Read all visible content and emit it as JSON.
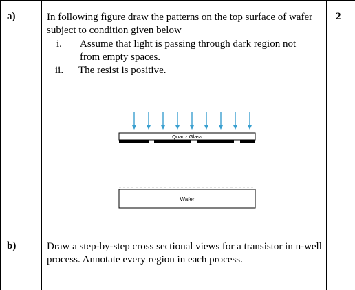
{
  "rows": [
    {
      "label": "a)",
      "marks": "2",
      "question": "In following figure draw the patterns on the top surface of wafer subject to condition given below",
      "conditions": [
        {
          "num": "i.",
          "text": "Assume that light is passing through dark region not from empty spaces."
        },
        {
          "num": "ii.",
          "text": "The resist is positive."
        }
      ],
      "figure": {
        "mask_label": "Quartz Glass",
        "wafer_label": "Wafer",
        "arrow_color": "#3aa0d0"
      }
    },
    {
      "label": "b)",
      "question": "Draw a step-by-step cross sectional views for a transistor in n-well process. Annotate every region in each process."
    }
  ]
}
